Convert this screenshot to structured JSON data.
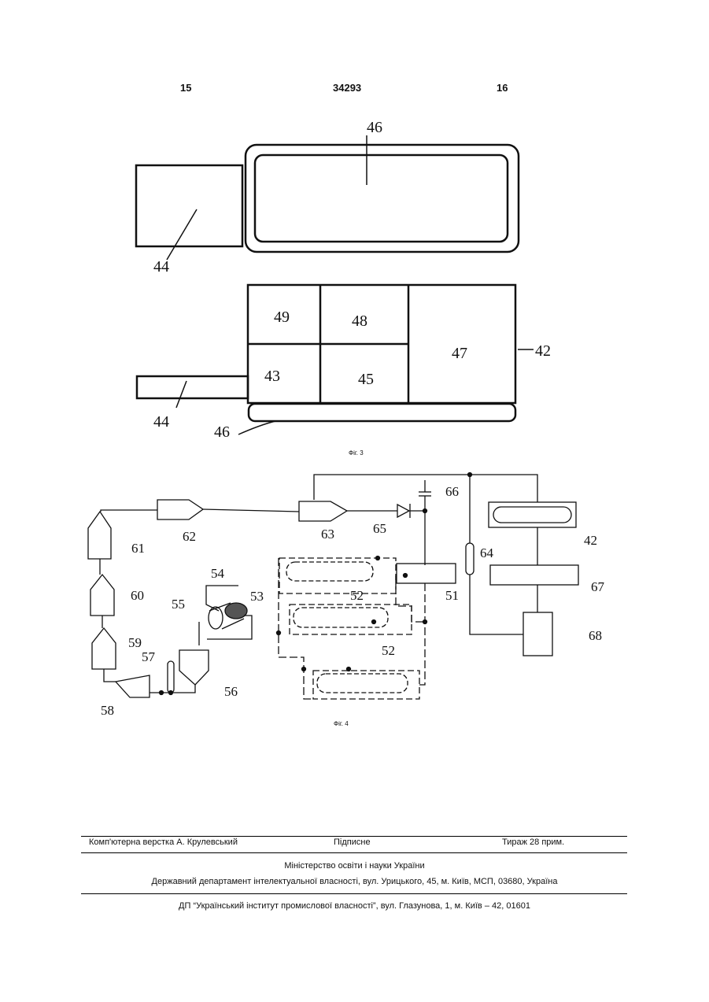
{
  "header": {
    "left_page": "15",
    "patent_number": "34293",
    "right_page": "16"
  },
  "figure3": {
    "caption": "Фіг. 3",
    "labels": {
      "l46_top": "46",
      "l44_top": "44",
      "l49": "49",
      "l48": "48",
      "l47": "47",
      "l43": "43",
      "l45": "45",
      "l42": "42",
      "l44_bottom": "44",
      "l46_bottom": "46"
    }
  },
  "figure4": {
    "caption": "Фіг. 4",
    "labels": {
      "l66": "66",
      "l62": "62",
      "l63": "63",
      "l65": "65",
      "l42": "42",
      "l61": "61",
      "l64": "64",
      "l54": "54",
      "l52a": "52",
      "l51": "51",
      "l67": "67",
      "l55": "55",
      "l53": "53",
      "l60": "60",
      "l68": "68",
      "l59": "59",
      "l57": "57",
      "l52b": "52",
      "l56": "56",
      "l58": "58"
    }
  },
  "footer": {
    "typesetter": "Комп'ютерна верстка А. Крулевський",
    "signed": "Підписне",
    "circulation": "Тираж 28 прим.",
    "ministry": "Міністерство освіти і науки України",
    "department": "Державний департамент інтелектуальної власності, вул. Урицького, 45, м. Київ, МСП, 03680, Україна",
    "institute": "ДП “Український інститут промислової власності”, вул. Глазунова, 1, м. Київ – 42, 01601"
  }
}
